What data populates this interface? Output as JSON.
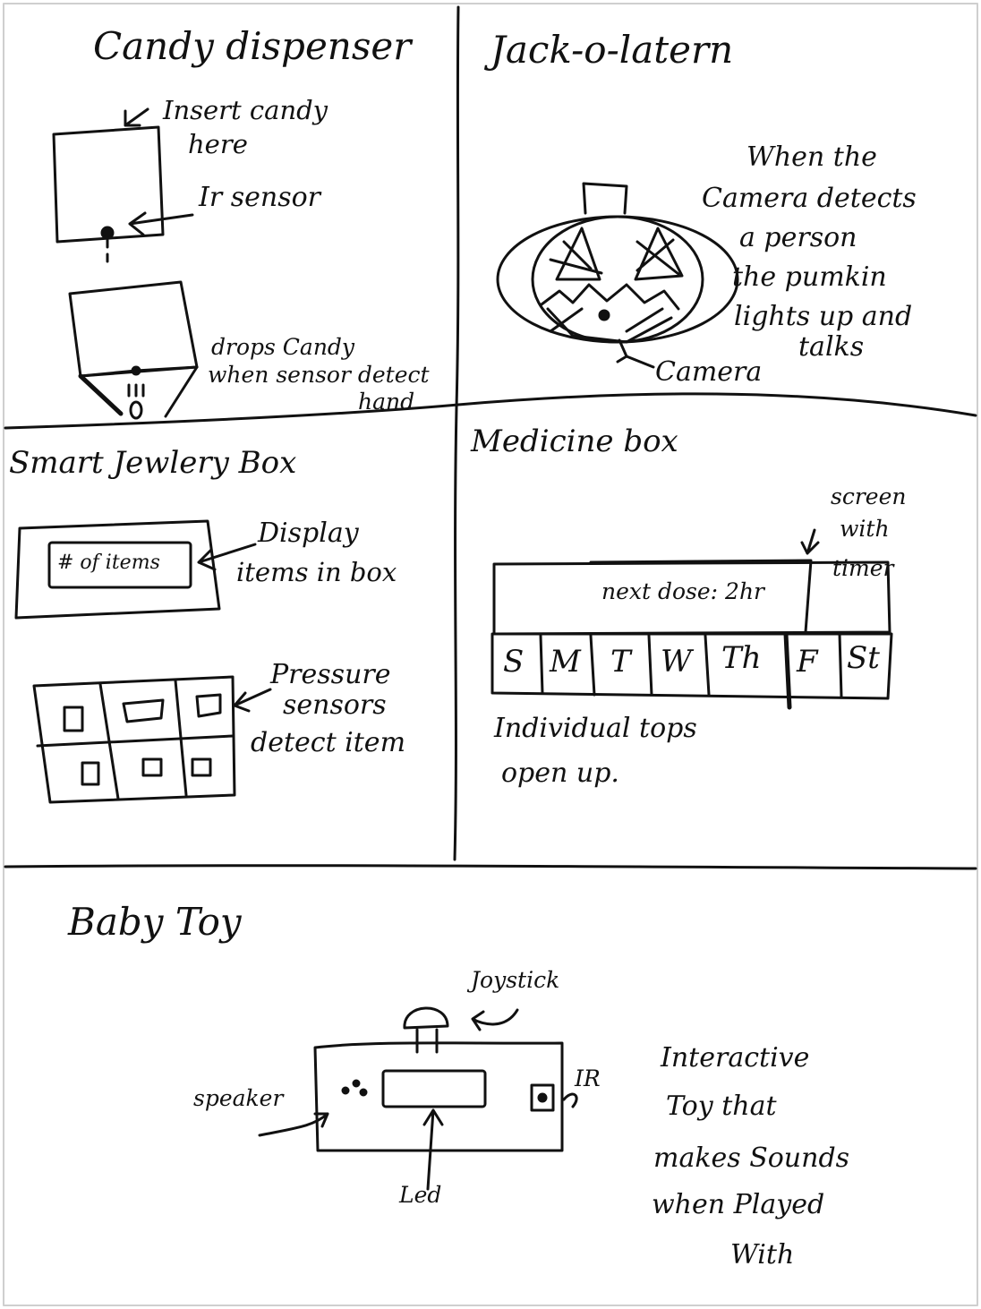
{
  "candy": {
    "title": "Candy dispenser",
    "insert_1": "Insert candy",
    "insert_2": "here",
    "sensor": "Ir sensor",
    "drops_1": "drops Candy",
    "drops_2": "when sensor detect",
    "drops_3": "hand"
  },
  "jack": {
    "title": "Jack-o-latern",
    "desc_1": "When the",
    "desc_2": "Camera detects",
    "desc_3": "a person",
    "desc_4": "the pumkin",
    "desc_5": "lights up and",
    "desc_6": "talks",
    "camera": "Camera"
  },
  "jewelry": {
    "title": "Smart Jewlery Box",
    "screen_text": "# of items",
    "display_1": "Display",
    "display_2": "items in box",
    "pressure_1": "Pressure",
    "pressure_2": "sensors",
    "pressure_3": "detect item"
  },
  "medicine": {
    "title": "Medicine box",
    "screen_1": "screen",
    "screen_2": "with",
    "screen_3": "timer",
    "next_dose": "next dose: 2hr",
    "days": [
      "S",
      "M",
      "T",
      "W",
      "Th",
      "F",
      "St"
    ],
    "caption_1": "Individual tops",
    "caption_2": "open up."
  },
  "baby": {
    "title": "Baby Toy",
    "joystick": "Joystick",
    "speaker": "speaker",
    "led": "Led",
    "ir": "IR",
    "desc_1": "Interactive",
    "desc_2": "Toy that",
    "desc_3": "makes Sounds",
    "desc_4": "when Played",
    "desc_5": "With"
  }
}
